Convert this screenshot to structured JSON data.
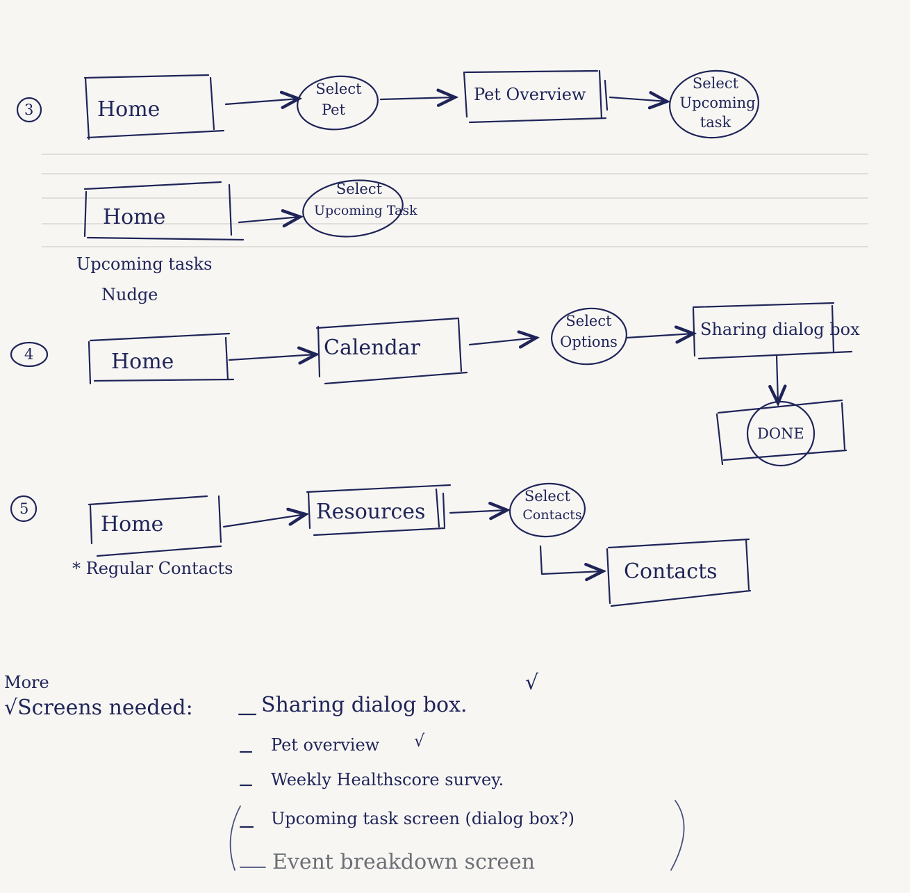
{
  "flow3": {
    "step_marker": "3",
    "row1": {
      "home": "Home",
      "select_pet": [
        "Select",
        "Pet"
      ],
      "pet_overview": "Pet Overview",
      "select_upcoming_task": [
        "Select",
        "Upcoming",
        "task"
      ]
    },
    "row2": {
      "home": "Home",
      "select_upcoming_task": [
        "Select",
        "Upcoming Task"
      ],
      "note": [
        "Upcoming tasks",
        "Nudge"
      ]
    }
  },
  "flow4": {
    "step_marker": "4",
    "home": "Home",
    "calendar": "Calendar",
    "select_options": [
      "Select",
      "Options"
    ],
    "sharing_dialog_box": "Sharing dialog box",
    "done": "DONE"
  },
  "flow5": {
    "step_marker": "5",
    "home": "Home",
    "note": "* Regular Contacts",
    "resources": "Resources",
    "select_contacts": [
      "Select",
      "Contacts"
    ],
    "contacts": "Contacts"
  },
  "more_screens": {
    "heading_more": "More",
    "heading": "√Screens needed:",
    "items": [
      {
        "text": "Sharing dialog box.",
        "check": "√"
      },
      {
        "text": "Pet overview",
        "check": "√"
      },
      {
        "text": "Weekly Healthscore survey.",
        "check": ""
      },
      {
        "text": "Upcoming task screen (dialog box?)",
        "check": ""
      },
      {
        "text": "Event breakdown screen",
        "check": ""
      }
    ]
  }
}
